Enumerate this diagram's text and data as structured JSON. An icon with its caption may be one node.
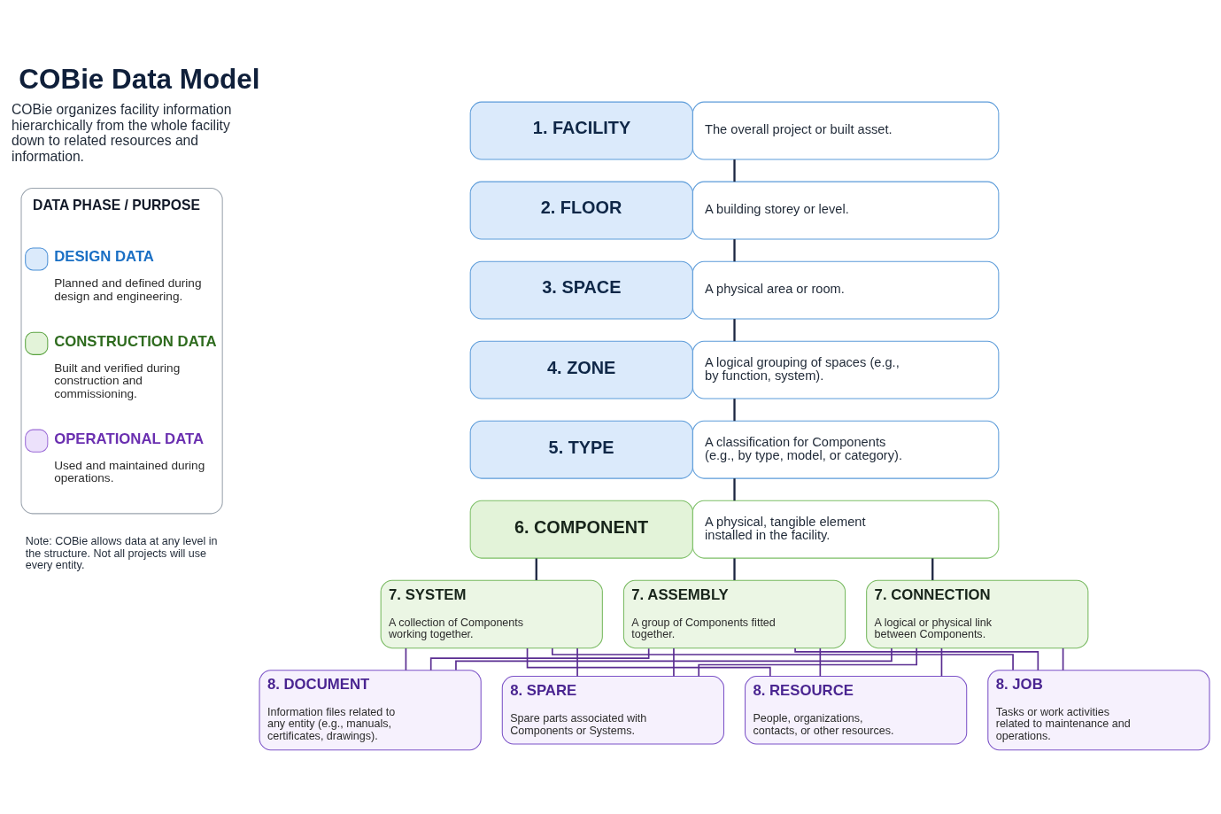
{
  "diagram": {
    "title": "COBie Data Model",
    "nodes": [
      {
        "text": [
          "1. FACILITY",
          "The overall project or built asset."
        ]
      },
      {
        "text": [
          "2. FLOOR",
          "A building storey or level."
        ]
      },
      {
        "text": [
          "3. SPACE",
          "A physical area or room."
        ]
      },
      {
        "text": [
          "4. ZONE",
          "A logical grouping of spaces (e.g., by function, system)."
        ]
      },
      {
        "text": [
          "5. TYPE",
          "A classification for Components (e.g., by type, model, or category)."
        ]
      },
      {
        "text": [
          "6. COMPONENT",
          "A physical, tangible element installed in the facility."
        ]
      },
      {
        "text": [
          "7. SYSTEM",
          "A collection of Components working together."
        ]
      },
      {
        "text": [
          "7. ASSEMBLY",
          "A group of Components fitted together."
        ]
      },
      {
        "text": [
          "7. CONNECTION",
          "A logical or physical link between Components."
        ]
      },
      {
        "text": [
          "8. DOCUMENT",
          "Information files related to any entity (e.g., manuals, certificates, drawings)."
        ]
      },
      {
        "text": [
          "8. SPARE",
          "Spare parts associated with Components or Systems."
        ]
      },
      {
        "text": [
          "8. RESOURCE",
          "People, organizations, contacts, or other resources."
        ]
      },
      {
        "text": [
          "8. JOB",
          "Tasks or work activities related to maintenance and operations."
        ]
      }
    ],
    "edges": [
      {
        "from": 0,
        "to": 1,
        "arrow": "none",
        "color": "#1b2540"
      },
      {
        "from": 1,
        "to": 2,
        "arrow": "none",
        "color": "#1b2540"
      },
      {
        "from": 2,
        "to": 3,
        "arrow": "none",
        "color": "#1b2540"
      },
      {
        "from": 3,
        "to": 4,
        "arrow": "none",
        "color": "#1b2540"
      },
      {
        "from": 4,
        "to": 5,
        "arrow": "none",
        "color": "#1b2540"
      },
      {
        "from": 5,
        "to": 6,
        "arrow": "none",
        "color": "#1b2540"
      },
      {
        "from": 5,
        "to": 7,
        "arrow": "none",
        "color": "#1b2540"
      },
      {
        "from": 5,
        "to": 8,
        "arrow": "none",
        "color": "#1b2540"
      },
      {
        "from": 6,
        "to": 9,
        "arrow": "none"
      },
      {
        "from": 6,
        "to": 10,
        "arrow": "none"
      },
      {
        "from": 6,
        "to": 11,
        "arrow": "none"
      },
      {
        "from": 6,
        "to": 12,
        "arrow": "none"
      },
      {
        "from": 7,
        "to": 9,
        "arrow": "none"
      },
      {
        "from": 7,
        "to": 10,
        "arrow": "none"
      },
      {
        "from": 7,
        "to": 11,
        "arrow": "none"
      },
      {
        "from": 7,
        "to": 12,
        "arrow": "none"
      },
      {
        "from": 8,
        "to": 9,
        "arrow": "none"
      },
      {
        "from": 8,
        "to": 10,
        "arrow": "none"
      },
      {
        "from": 8,
        "to": 11,
        "arrow": "none"
      },
      {
        "from": 8,
        "to": 12,
        "arrow": "none"
      }
    ],
    "labels": [
      "COBie organizes facility information hierarchically from the whole facility down to related resources and information.",
      "DATA PHASE / PURPOSE",
      "Planned and defined during design and engineering.",
      "Built and verified during construction and commissioning.",
      "Used and maintained during operations.",
      "Note: COBie allows data at any level in the structure. Not all projects will use every entity."
    ],
    "legend": [
      {
        "text": "DESIGN DATA",
        "color": "#dbeafb"
      },
      {
        "text": "CONSTRUCTION DATA",
        "color": "#e3f3d9"
      },
      {
        "text": "OPERATIONAL DATA",
        "color": "#ece1fb"
      }
    ]
  }
}
